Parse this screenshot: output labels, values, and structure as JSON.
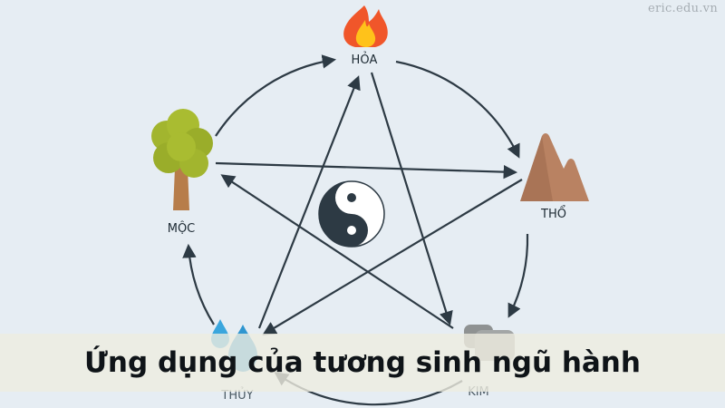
{
  "watermark": "eric.edu.vn",
  "caption": "Ứng dụng của tương sinh ngũ hành",
  "elements": {
    "fire": "HỎA",
    "earth": "THỔ",
    "metal": "KIM",
    "water": "THỦY",
    "wood": "MỘC"
  },
  "colors": {
    "arrow": "#2d3a44",
    "fire_outer": "#f0562a",
    "fire_inner": "#ffc21a",
    "tree_leaves": "#a2b52e",
    "tree_trunk": "#b77d4a",
    "mountain": "#b98262",
    "water_drop": "#3aa6dd",
    "metal_rock": "#9c9e9f",
    "yinyang_dark": "#2d3a44"
  }
}
